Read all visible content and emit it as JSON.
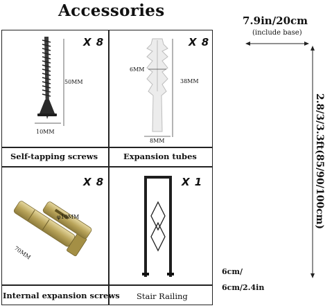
{
  "title": "Accessories",
  "cells": [
    {
      "label": "Self-tapping screws",
      "quantity": "X 8",
      "measurements": [
        "50MM",
        "10MM"
      ]
    },
    {
      "label": "Expansion tubes",
      "quantity": "X 8",
      "measurements": [
        "6MM",
        "38MM",
        "8MM"
      ]
    },
    {
      "label": "Internal expansion screws",
      "quantity": "X 8",
      "measurements": [
        "φ10MM",
        "70MM"
      ]
    },
    {
      "label": "Stair Railing",
      "quantity": "X 1",
      "measurements": []
    }
  ],
  "dimensions": {
    "width": "7.9in/20cm",
    "width_note": "(include base)",
    "height": "2.8/3/3.3ft(85/90/100cm)",
    "post_line1": "6cm/",
    "post_line2": "6cm/2.4in"
  }
}
